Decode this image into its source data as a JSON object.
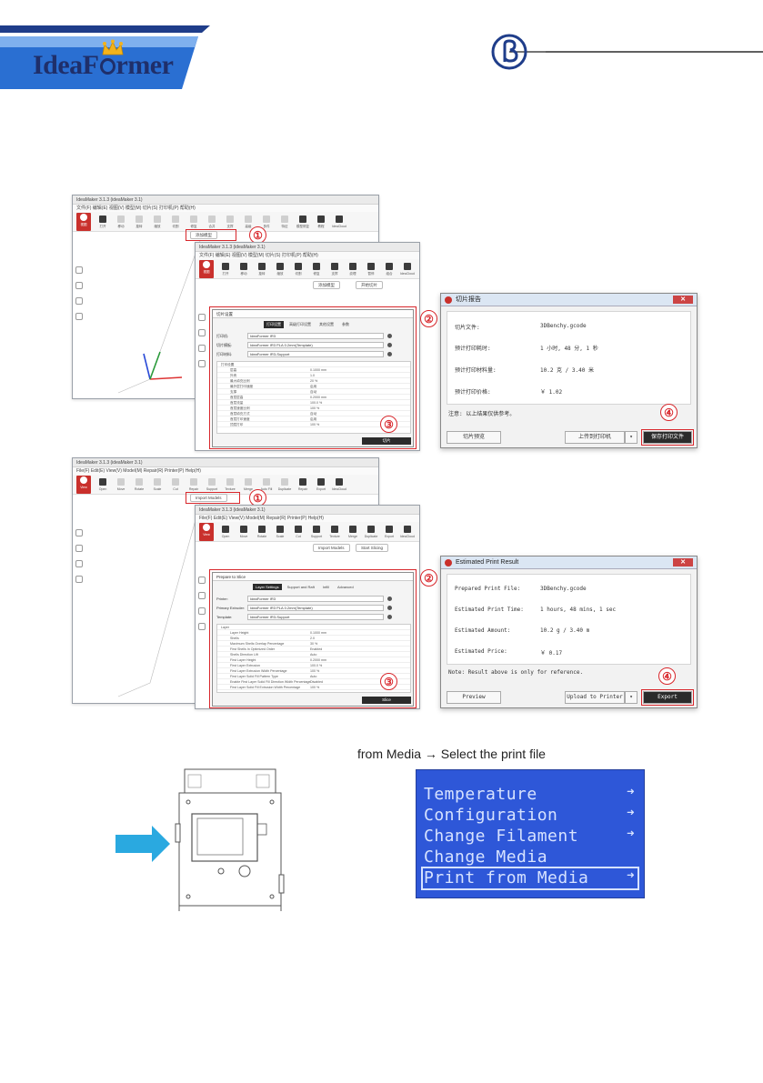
{
  "header": {
    "logo_main": "IdeaF",
    "logo_rest": "rmer"
  },
  "step_screens": {
    "cn": {
      "main_title": "IdeaMaker 3.1.3 (ideaMaker 3.1)",
      "main_menu": "文件(F) 编辑(E) 视图(V) 模型(M) 切片(S) 打印机(P) 帮助(H)",
      "tools": [
        "视图",
        "打开",
        "移动",
        "旋转",
        "缩放",
        "切割",
        "修复",
        "合并",
        "支撑",
        "高级",
        "多件",
        "特征",
        "纹理",
        "暂停",
        "组合",
        "模型修复",
        "教程",
        "IdeaCloud"
      ],
      "add_label": "添加模型",
      "slice_label": "开始切片",
      "dialog_title": "切片设置",
      "tabs": [
        "打印设置",
        "高级打印设置",
        "其他设置",
        "参数"
      ],
      "field_labels": [
        "打印机:",
        "切片模板:",
        "打印材料:"
      ],
      "field_values": [
        "IdeaFormer IR3",
        "IdeaFormer IR3 PLA 0.2mm(Template)",
        "IdeaFormer IR3-Support"
      ],
      "table_section": "打印设置",
      "table_rows": [
        [
          "层高",
          "0.1000 mm"
        ],
        [
          "外壳",
          "1.0"
        ],
        [
          "最大填充比例",
          "20 %"
        ],
        [
          "最外层打印速度",
          "启用"
        ],
        [
          "支撑",
          "自动"
        ],
        [
          "首层层高",
          "0.2000 mm"
        ],
        [
          "首层流量",
          "100.0 %"
        ],
        [
          "首层速度比例",
          "100 %"
        ],
        [
          "首层填充方式",
          "自动"
        ],
        [
          "首层打印速度",
          "启用"
        ],
        [
          "顶层打印",
          "100 %"
        ]
      ],
      "ok_label": "切片",
      "result_title": "切片报告",
      "result_rows": [
        [
          "切片文件:",
          "3DBenchy.gcode"
        ],
        [
          "预计打印耗时:",
          "1 小时, 48 分, 1 秒"
        ],
        [
          "预计打印材料量:",
          "10.2 克 / 3.40 米"
        ],
        [
          "预计打印价格:",
          "￥ 1.02"
        ]
      ],
      "note": "注意: 以上结果仅供参考。",
      "preview_btn": "切片预览",
      "upload_btn": "上传到打印机",
      "export_btn": "保存打印文件"
    },
    "en": {
      "main_title": "IdeaMaker 3.1.3 (ideaMaker 3.1)",
      "main_menu": "File(F) Edit(E) View(V) Model(M) Repair(R) Printer(P) Help(H)",
      "tools": [
        "View",
        "Open",
        "Move",
        "Rotate",
        "Scale",
        "Cut",
        "Repair",
        "Support",
        "Texture",
        "Merge",
        "Auto Fill",
        "Duplicate",
        "Repair",
        "Export",
        "IdeaCloud"
      ],
      "add_label": "Import Models",
      "slice_label": "Start Slicing",
      "dialog_title": "Prepare to Slice",
      "tabs": [
        "Layer Settings",
        "Support and Raft",
        "Infill",
        "Advanced"
      ],
      "field_labels": [
        "Printer:",
        "Primary Extruder:",
        "Template:"
      ],
      "field_values": [
        "IdeaFormer IR3",
        "IdeaFormer IR3 PLA 0.2mm(Template)",
        "IdeaFormer IR3-Support"
      ],
      "table_section": "Layer",
      "table_rows": [
        [
          "Layer Height",
          "0.1000 mm"
        ],
        [
          "Shells",
          "2.0"
        ],
        [
          "Maximum Shells Overlap Percentage",
          "30 %"
        ],
        [
          "First Shells In Optimized Order",
          "Enabled"
        ],
        [
          "Shells Direction Lift",
          "Auto"
        ],
        [
          "First Layer Height",
          "0.2000 mm"
        ],
        [
          "First Layer Extrusion",
          "100.0 %"
        ],
        [
          "First Layer Extrusion Width Percentage",
          "100 %"
        ],
        [
          "First Layer Solid Fill Pattern Type",
          "Auto"
        ],
        [
          "Enable First Layer Solid Fill Direction Width Percentage",
          "Disabled"
        ],
        [
          "First Layer Solid Fill Extrusion Width Percentage",
          "100 %"
        ]
      ],
      "ok_label": "Slice",
      "result_title": "Estimated Print Result",
      "result_rows": [
        [
          "Prepared Print File:",
          "3DBenchy.gcode"
        ],
        [
          "Estimated Print Time:",
          "1 hours, 48 mins, 1 sec"
        ],
        [
          "Estimated Amount:",
          "10.2 g / 3.40 m"
        ],
        [
          "Estimated Price:",
          "￥ 0.17"
        ]
      ],
      "note": "Note: Result above is only for reference.",
      "preview_btn": "Preview",
      "upload_btn": "Upload to Printer",
      "export_btn": "Export"
    },
    "step_numbers": [
      "①",
      "②",
      "③",
      "④"
    ]
  },
  "caption": "from Media → Select the print file",
  "lcd": {
    "items": [
      {
        "label": "Temperature",
        "arrow": "➜"
      },
      {
        "label": "Configuration",
        "arrow": "➜"
      },
      {
        "label": "Change Filament",
        "arrow": "➜"
      },
      {
        "label": "Change Media",
        "arrow": ""
      },
      {
        "label": "Print from Media",
        "arrow": "➜"
      }
    ]
  },
  "colors": {
    "accent_red": "#d8262b",
    "brand_blue": "#1f2f6a",
    "lcd_blue": "#2e57d8",
    "arrow_blue": "#2aa9e0"
  }
}
